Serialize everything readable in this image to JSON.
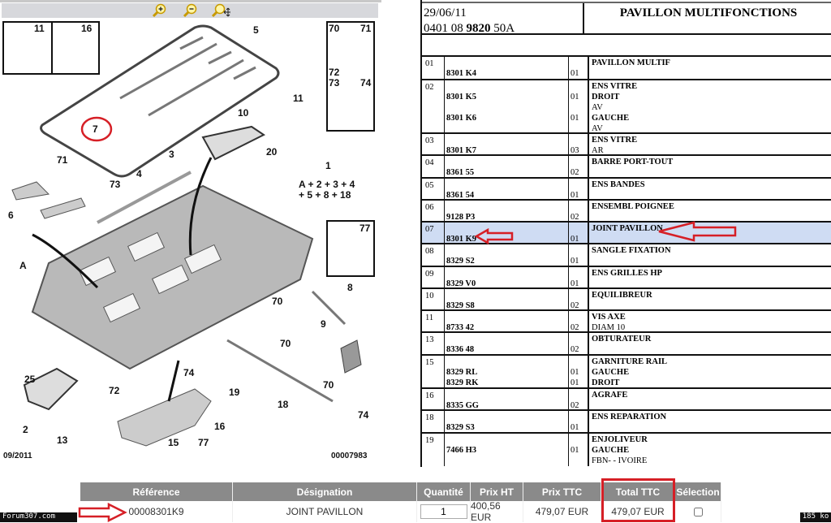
{
  "toolbar": {
    "zoom_in": "zoom-in",
    "zoom_out": "zoom-out",
    "pan": "pan"
  },
  "diagram": {
    "date_code": "09/2011",
    "drawing_number": "00007983",
    "callouts": [
      "11",
      "16",
      "5",
      "70",
      "71",
      "72",
      "73",
      "74",
      "7",
      "10",
      "11",
      "3",
      "20",
      "71",
      "4",
      "73",
      "6",
      "1",
      "A + 2 + 3 + 4",
      "+ 5 + 8 + 18",
      "77",
      "A",
      "8",
      "70",
      "9",
      "70",
      "25",
      "74",
      "72",
      "19",
      "18",
      "70",
      "2",
      "13",
      "15",
      "77",
      "16",
      "74"
    ]
  },
  "sheet": {
    "date": "29/06/11",
    "code_prefix": "0401 08 ",
    "code_bold": "9820",
    "code_suffix": " 50A",
    "title": "PAVILLON MULTIFONCTIONS",
    "rows": [
      {
        "no": "01",
        "lines": [
          {
            "ref": "8301 K4",
            "qty": "01"
          }
        ],
        "desc": [
          "PAVILLON MULTIF"
        ]
      },
      {
        "no": "02",
        "lines": [
          {
            "ref": "8301 K5",
            "qty": "01"
          },
          {
            "ref": "8301 K6",
            "qty": "01"
          }
        ],
        "desc": [
          "ENS VITRE",
          "DROIT",
          "AV",
          "GAUCHE",
          "AV"
        ]
      },
      {
        "no": "03",
        "lines": [
          {
            "ref": "8301 K7",
            "qty": "03"
          }
        ],
        "desc": [
          "ENS VITRE",
          "AR"
        ]
      },
      {
        "no": "04",
        "lines": [
          {
            "ref": "8361 55",
            "qty": "02"
          }
        ],
        "desc": [
          "BARRE PORT-TOUT"
        ]
      },
      {
        "no": "05",
        "lines": [
          {
            "ref": "8361 54",
            "qty": "01"
          }
        ],
        "desc": [
          "ENS BANDES"
        ]
      },
      {
        "no": "06",
        "lines": [
          {
            "ref": "9128 P3",
            "qty": "02"
          }
        ],
        "desc": [
          "ENSEMBL POIGNEE"
        ]
      },
      {
        "no": "07",
        "lines": [
          {
            "ref": "8301 K9",
            "qty": "01"
          }
        ],
        "desc": [
          "JOINT PAVILLON"
        ],
        "selected": true
      },
      {
        "no": "08",
        "lines": [
          {
            "ref": "8329 S2",
            "qty": "01"
          }
        ],
        "desc": [
          "SANGLE FIXATION"
        ]
      },
      {
        "no": "09",
        "lines": [
          {
            "ref": "8329 V0",
            "qty": "01"
          }
        ],
        "desc": [
          "ENS GRILLES HP"
        ]
      },
      {
        "no": "10",
        "lines": [
          {
            "ref": "8329 S8",
            "qty": "02"
          }
        ],
        "desc": [
          "EQUILIBREUR"
        ]
      },
      {
        "no": "11",
        "lines": [
          {
            "ref": "8733 42",
            "qty": "02"
          }
        ],
        "desc": [
          "VIS AXE",
          "DIAM 10"
        ]
      },
      {
        "no": "13",
        "lines": [
          {
            "ref": "8336 48",
            "qty": "02"
          }
        ],
        "desc": [
          "OBTURATEUR"
        ]
      },
      {
        "no": "15",
        "lines": [
          {
            "ref": "8329 RL",
            "qty": "01"
          },
          {
            "ref": "8329 RK",
            "qty": "01"
          }
        ],
        "desc": [
          "GARNITURE RAIL",
          "GAUCHE",
          "DROIT"
        ]
      },
      {
        "no": "16",
        "lines": [
          {
            "ref": "8335 GG",
            "qty": "02"
          }
        ],
        "desc": [
          "AGRAFE"
        ]
      },
      {
        "no": "18",
        "lines": [
          {
            "ref": "8329 S3",
            "qty": "01"
          }
        ],
        "desc": [
          "ENS REPARATION"
        ]
      },
      {
        "no": "19",
        "lines": [
          {
            "ref": "7466 H3",
            "qty": "01"
          }
        ],
        "desc": [
          "ENJOLIVEUR",
          "GAUCHE",
          "FBN- - IVOIRE"
        ]
      }
    ]
  },
  "order": {
    "headers": [
      "Référence",
      "Désignation",
      "Quantité",
      "Prix HT",
      "Prix TTC",
      "Total TTC",
      "Sélection"
    ],
    "reference": "00008301K9",
    "designation": "JOINT PAVILLON",
    "quantity": "1",
    "prix_ht": "400,56 EUR",
    "prix_ttc": "479,07 EUR",
    "total_ttc": "479,07 EUR"
  },
  "footer": {
    "watermark": "Forum307.com",
    "size": "185 ko"
  },
  "colors": {
    "highlight": "#cfdcf3",
    "annotation_red": "#d61f26",
    "header_gray": "#8a8a8a"
  }
}
